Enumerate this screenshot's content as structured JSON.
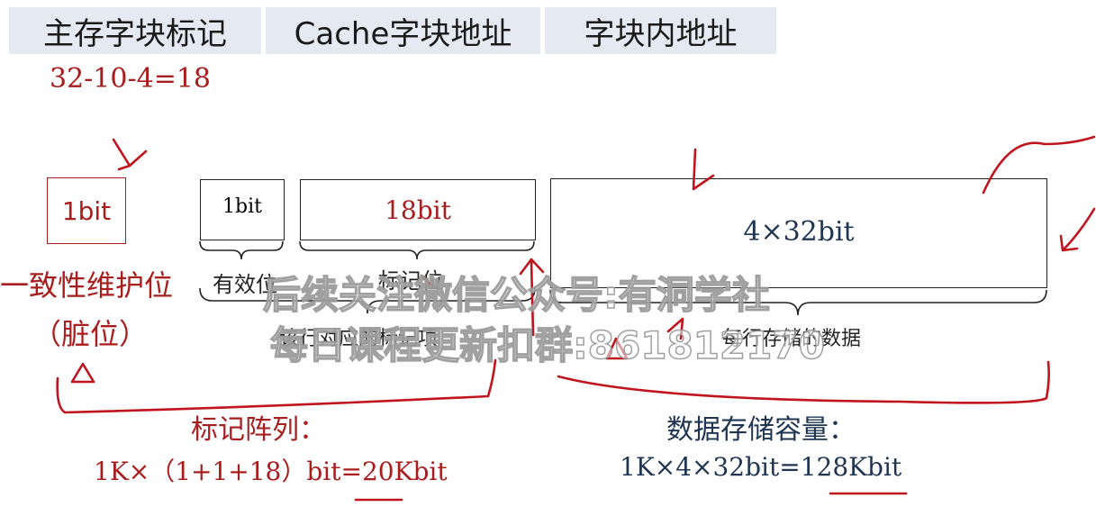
{
  "header": {
    "cells": [
      "主存字块标记",
      "Cache字块地址",
      "字块内地址"
    ]
  },
  "tag_formula": "32-10-4=18",
  "coherence": {
    "box_label": "1bit",
    "label_line1": "一致性维护位",
    "label_line2": "（脏位）"
  },
  "tag_array": {
    "valid_box": "1bit",
    "tag_box": "18bit",
    "valid_label": "有效位",
    "tag_label": "标记位",
    "row_label": "该行对应的标记项",
    "title": "标记阵列：",
    "formula": "1K×（1+1+18）bit=20Kbit"
  },
  "data_store": {
    "box_label": "4×32bit",
    "row_label": "每行存储的数据",
    "title": "数据存储容量：",
    "formula": "1K×4×32bit=128Kbit"
  },
  "watermark": {
    "line1": "后续关注微信公众号:有洞学社",
    "line2": "每日课程更新扣群:861812170"
  },
  "colors": {
    "header_bg": "#e5e9f1",
    "red_ink": "#a81d1d",
    "navy_text": "#1f3552"
  }
}
